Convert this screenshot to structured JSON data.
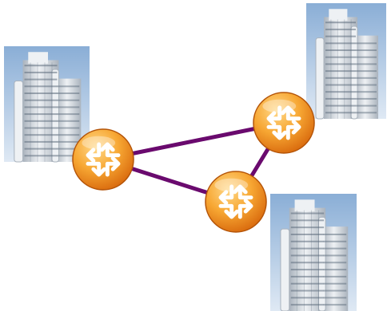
{
  "diagram": {
    "background": "#ffffff",
    "link_color": "#6a0a6e",
    "router_colors": {
      "light": "#ffd98a",
      "mid": "#f7a733",
      "dark": "#d8680c",
      "rim": "#b45408",
      "arrow": "#ffffff"
    },
    "building_colors": {
      "sky_top": "#8aaed6",
      "sky_bottom": "#dfe9f4",
      "facade_light": "#eef1f4",
      "facade_shade": "#aab3bd",
      "window": "#5c6b7c"
    },
    "nodes": [
      {
        "name": "router-left",
        "icon": "router-icon"
      },
      {
        "name": "router-top-right",
        "icon": "router-icon"
      },
      {
        "name": "router-middle",
        "icon": "router-icon"
      }
    ],
    "sites": [
      {
        "name": "building-left",
        "icon": "office-building-icon"
      },
      {
        "name": "building-top-right",
        "icon": "office-building-icon"
      },
      {
        "name": "building-bottom-right",
        "icon": "office-building-icon"
      }
    ],
    "links": [
      {
        "from": "router-left",
        "to": "router-top-right"
      },
      {
        "from": "router-top-right",
        "to": "router-middle"
      },
      {
        "from": "router-left",
        "to": "router-middle"
      }
    ]
  }
}
